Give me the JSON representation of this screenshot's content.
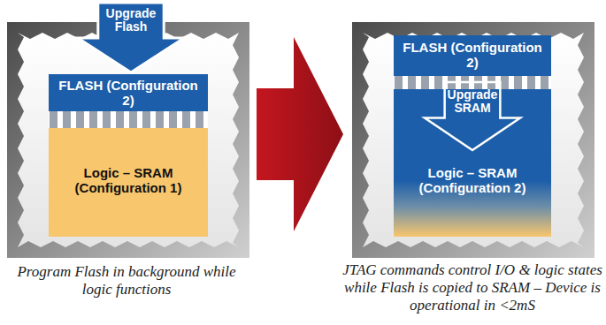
{
  "diagram": {
    "nodes": [
      {
        "text": [
          "Upgrade Flash"
        ]
      },
      {
        "text": [
          "FLASH (Configuration 2)"
        ]
      },
      {
        "text": [
          "Logic – SRAM (Configuration 1)"
        ]
      },
      {
        "text": [
          "FLASH (Configuration 2)"
        ]
      },
      {
        "text": [
          "Upgrade SRAM"
        ]
      },
      {
        "text": [
          "Logic – SRAM (Configuration 2)"
        ]
      }
    ],
    "labels": [
      "Program Flash in background while logic functions",
      "JTAG commands control I/O & logic states while Flash is copied to SRAM – Device is operational in <2mS"
    ]
  }
}
